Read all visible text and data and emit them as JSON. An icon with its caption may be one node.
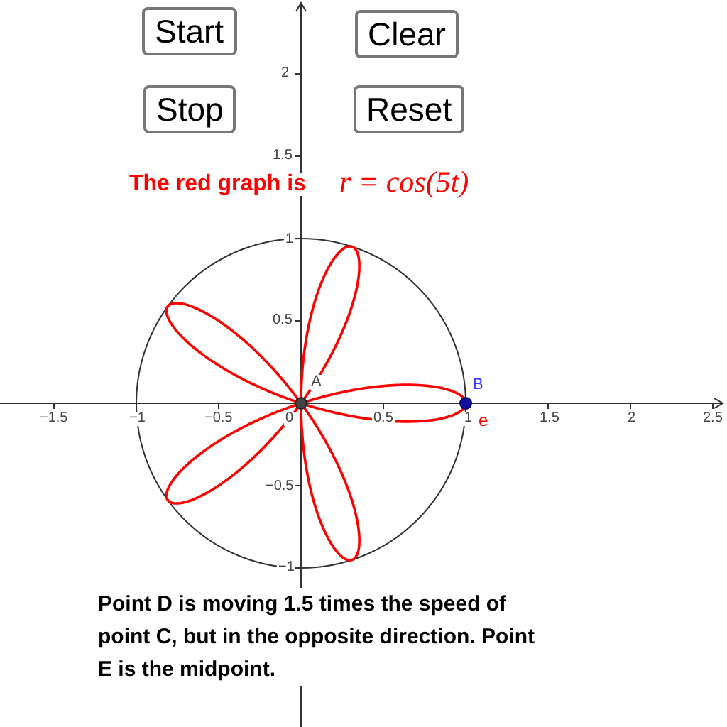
{
  "diagram": {
    "labels": [
      "Start",
      "Clear",
      "2",
      "Stop",
      "Reset",
      "1.5",
      "The red graph is",
      "r = cos(5t)",
      "1",
      "0.5",
      "A",
      "B",
      "−1.5",
      "−1",
      "−0.5",
      "0",
      "0.5",
      "1",
      "e",
      "1.5",
      "2",
      "2.5",
      "−0.5",
      "−1",
      "Point D is moving 1.5 times the speed of point C, but in the opposite direction. Point E is the midpoint."
    ]
  }
}
